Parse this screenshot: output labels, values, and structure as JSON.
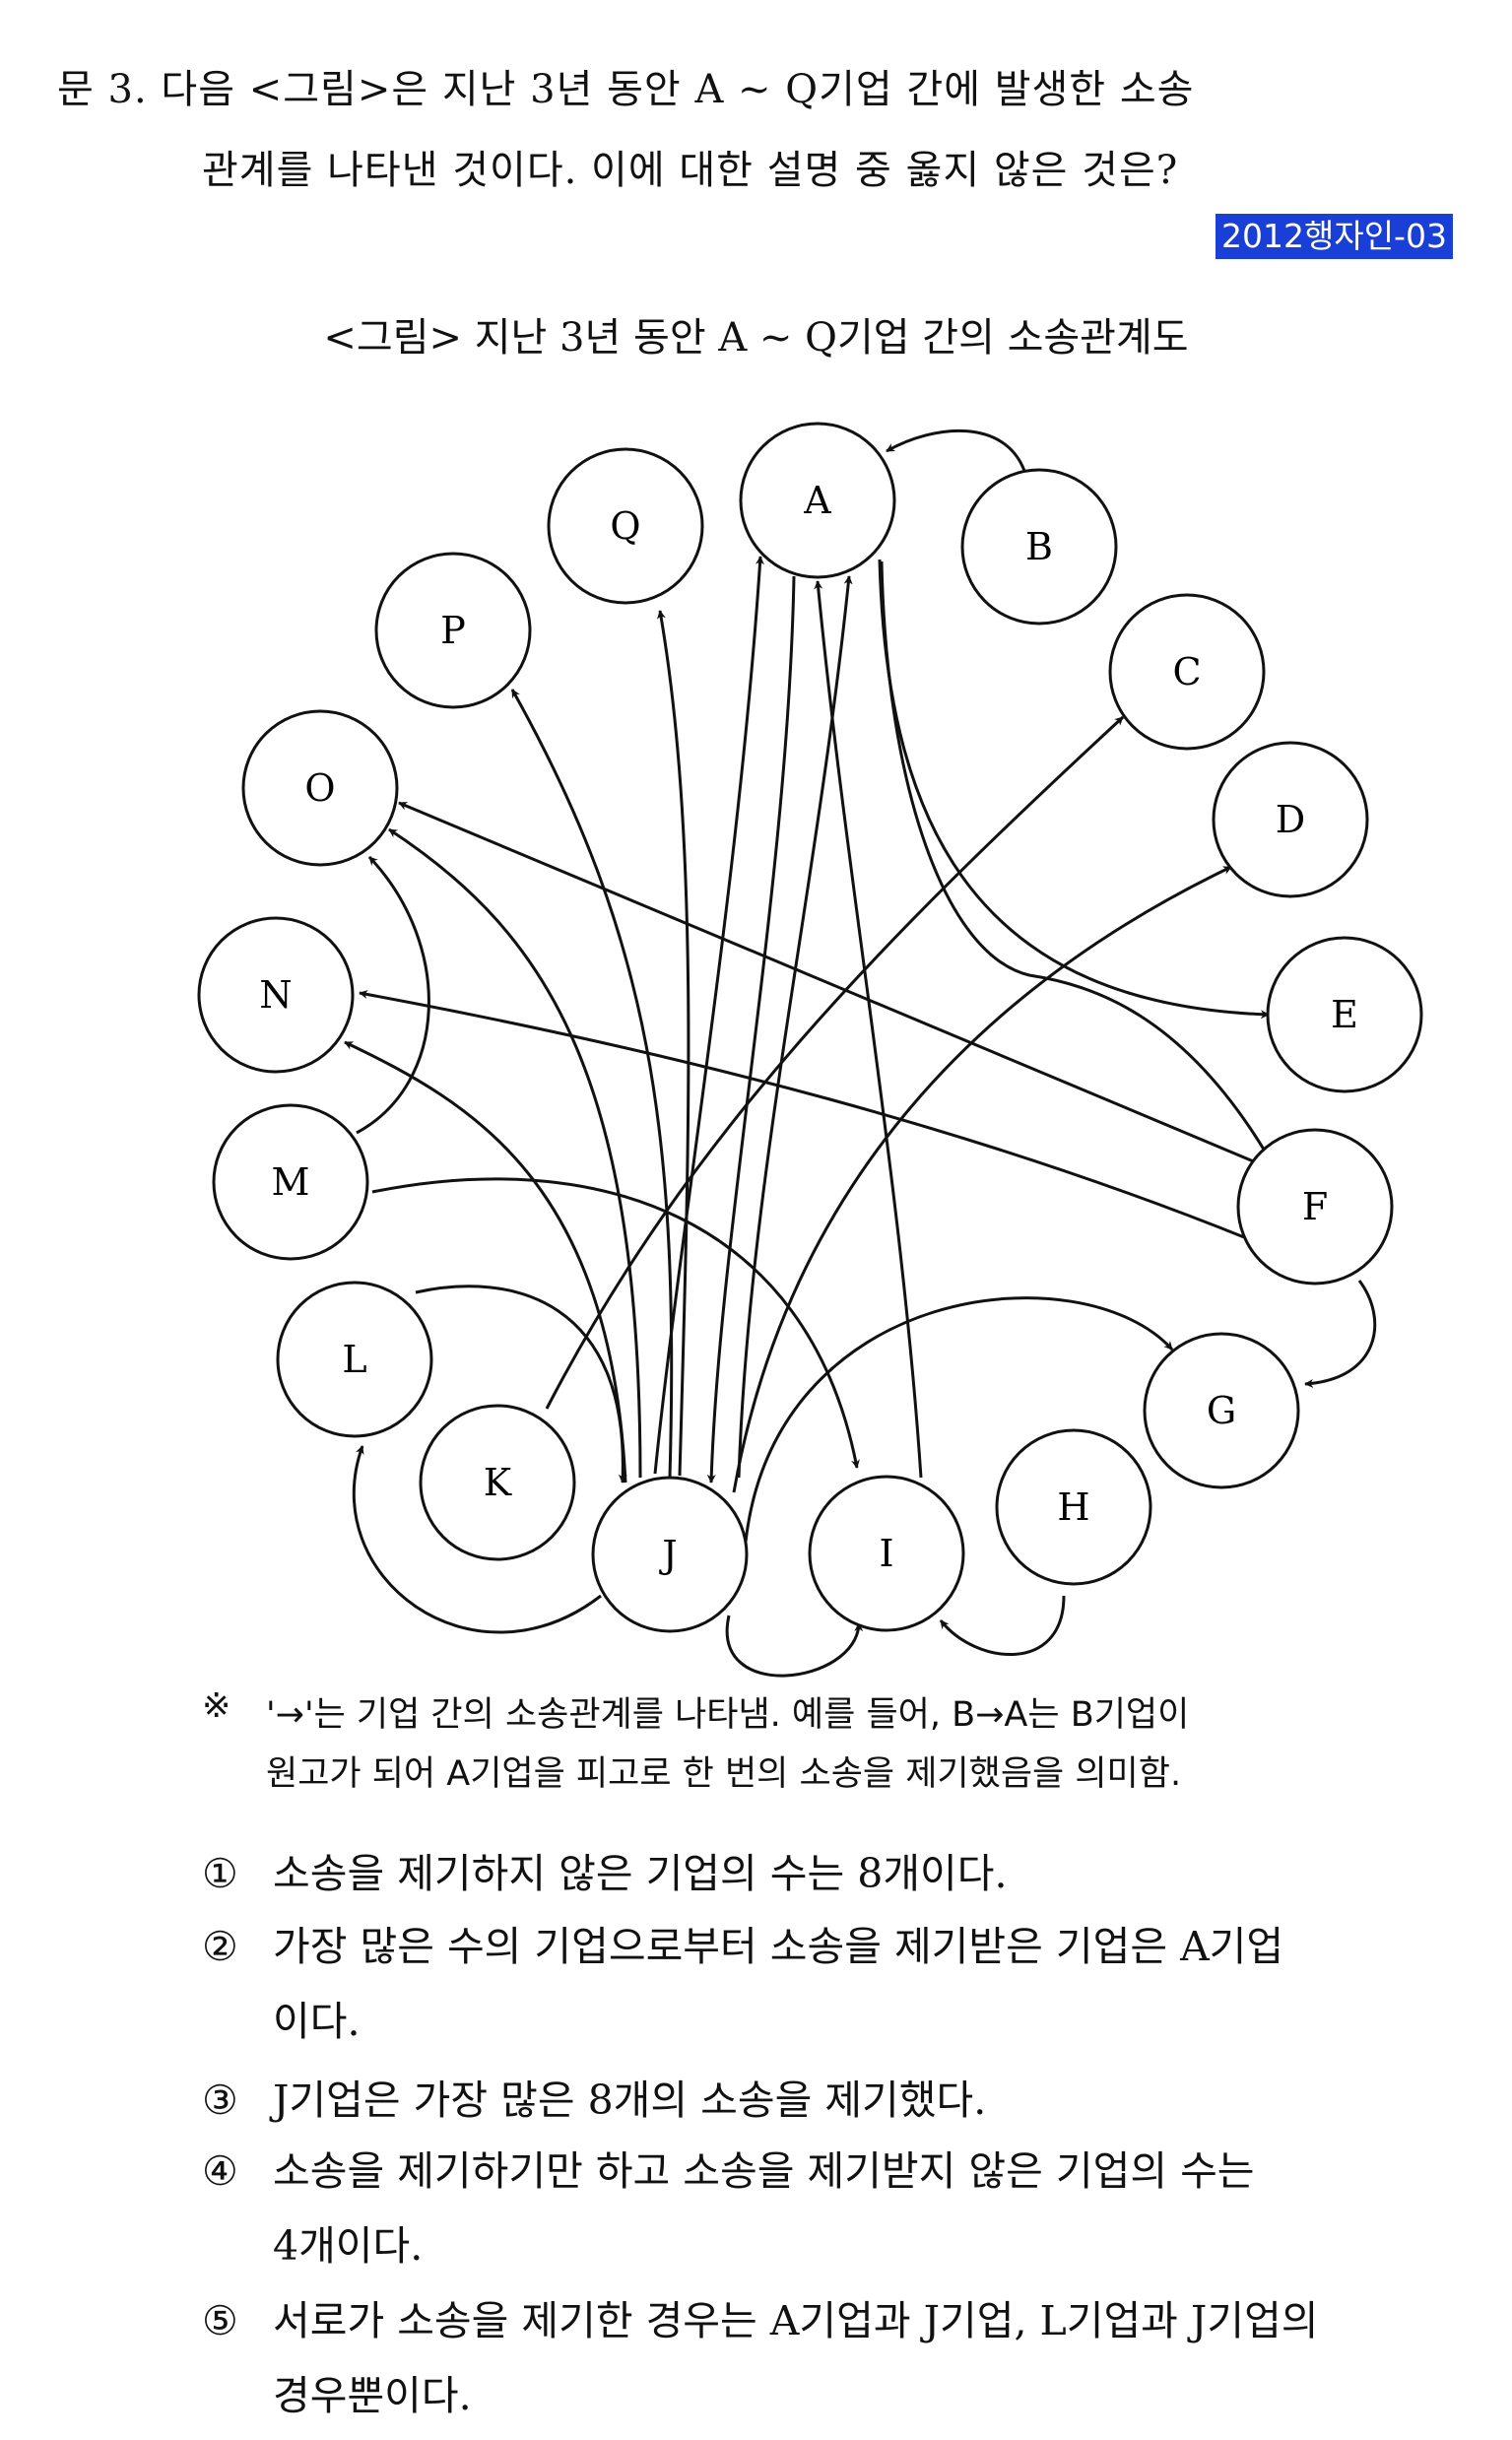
{
  "question": {
    "line1": "문   3. 다음 <그림>은 지난 3년 동안 A ~ Q기업 간에 발생한 소송",
    "line2": "관계를 나타낸 것이다. 이에 대한 설명 중 옳지 않은 것은?",
    "source_badge": "2012행자인-03"
  },
  "figure": {
    "title": "<그림> 지난 3년 동안 A ~ Q기업 간의 소송관계도",
    "nodes": [
      "A",
      "B",
      "C",
      "D",
      "E",
      "F",
      "G",
      "H",
      "I",
      "J",
      "K",
      "L",
      "M",
      "N",
      "O",
      "P",
      "Q"
    ],
    "edges": [
      [
        "B",
        "A"
      ],
      [
        "F",
        "E"
      ],
      [
        "F",
        "G"
      ],
      [
        "F",
        "O"
      ],
      [
        "F",
        "N"
      ],
      [
        "M",
        "O"
      ],
      [
        "M",
        "I"
      ],
      [
        "L",
        "J"
      ],
      [
        "K",
        "C"
      ],
      [
        "J",
        "A"
      ],
      [
        "J",
        "A"
      ],
      [
        "J",
        "D"
      ],
      [
        "J",
        "O"
      ],
      [
        "J",
        "N"
      ],
      [
        "J",
        "L"
      ],
      [
        "J",
        "I"
      ],
      [
        "J",
        "G"
      ],
      [
        "J",
        "Q"
      ],
      [
        "J",
        "P"
      ],
      [
        "A",
        "J"
      ],
      [
        "I",
        "A"
      ],
      [
        "H",
        "I"
      ]
    ]
  },
  "note": {
    "mark": "※",
    "line1": "'→'는 기업 간의 소송관계를 나타냄. 예를 들어, B→A는 B기업이",
    "line2": "원고가 되어 A기업을 피고로 한 번의 소송을 제기했음을 의미함."
  },
  "options": [
    {
      "num": "①",
      "lines": [
        "소송을 제기하지 않은 기업의 수는 8개이다."
      ]
    },
    {
      "num": "②",
      "lines": [
        "가장 많은 수의 기업으로부터 소송을 제기받은 기업은 A기업",
        "이다."
      ]
    },
    {
      "num": "③",
      "lines": [
        "J기업은 가장 많은 8개의 소송을 제기했다."
      ]
    },
    {
      "num": "④",
      "lines": [
        "소송을 제기하기만 하고 소송을 제기받지 않은 기업의 수는",
        "4개이다."
      ]
    },
    {
      "num": "⑤",
      "lines": [
        "서로가 소송을 제기한 경우는 A기업과 J기업, L기업과 J기업의",
        "경우뿐이다."
      ]
    }
  ]
}
